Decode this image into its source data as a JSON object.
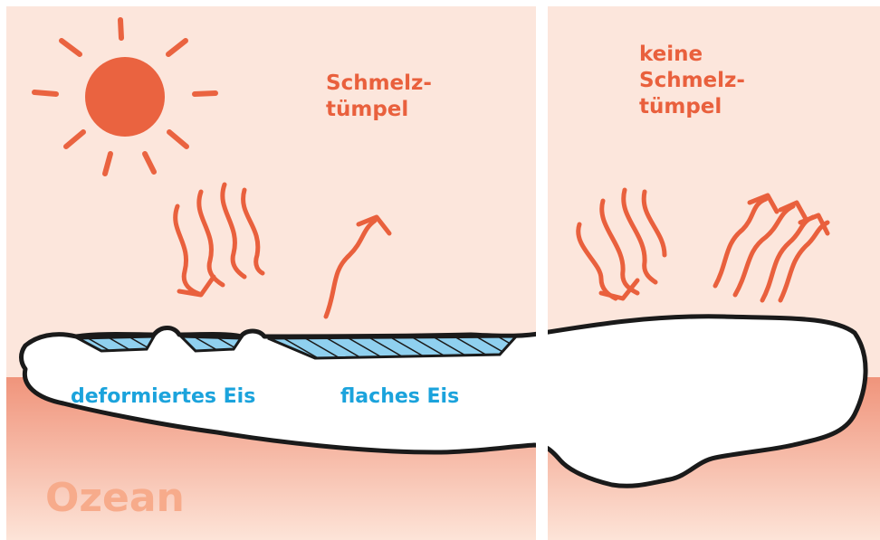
{
  "labels": {
    "melt_ponds_line1": "Schmelz-",
    "melt_ponds_line2": "tümpel",
    "no_melt_ponds_line1": "keine",
    "no_melt_ponds_line2": "Schmelz-",
    "no_melt_ponds_line3": "tümpel",
    "deformed_ice": "deformiertes Eis",
    "flat_ice": "flaches Eis",
    "ocean": "Ozean"
  },
  "colors": {
    "sky": "#fce6dc",
    "ocean_top": "#f0947b",
    "ocean_bottom": "#fde4d8",
    "sun": "#ea6340",
    "arrows": "#e9603d",
    "ice_fill": "#ffffff",
    "ice_outline": "#1a1a1a",
    "melt_pond": "#8fd0ef",
    "ice_label": "#1ba3dc",
    "ocean_label": "#f7ab8b"
  },
  "icons": {
    "sun": "sun-icon",
    "incoming_radiation": "wavy-arrow-down-icon",
    "reflected_radiation": "wavy-arrow-up-icon"
  }
}
